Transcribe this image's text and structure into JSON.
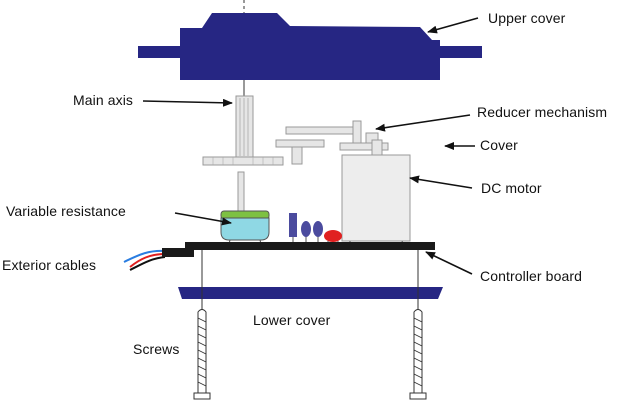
{
  "labels": {
    "upper_cover": "Upper cover",
    "main_axis": "Main axis",
    "reducer_mechanism": "Reducer mechanism",
    "cover": "Cover",
    "dc_motor": "DC motor",
    "variable_resistance": "Variable resistance",
    "exterior_cables": "Exterior cables",
    "controller_board": "Controller board",
    "lower_cover": "Lower cover",
    "screws": "Screws"
  },
  "colors": {
    "cover_blue": "#262683",
    "board_black": "#1a1a1a",
    "gear_gray": "#e6e6e6",
    "pot_green": "#7dc142",
    "pot_cyan": "#8fd8e4",
    "capacitor_purple": "#4b4b9e",
    "led_red": "#e02020",
    "cable_blue": "#2a7de1",
    "cable_red": "#e02020",
    "cable_black": "#111111"
  }
}
